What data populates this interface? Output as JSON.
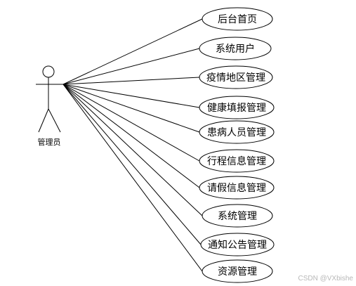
{
  "actor": {
    "label": "管理员"
  },
  "use_cases": [
    "后台首页",
    "系统用户",
    "疫情地区管理",
    "健康填报管理",
    "患病人员管理",
    "行程信息管理",
    "请假信息管理",
    "系统管理",
    "通知公告管理",
    "资源管理"
  ],
  "watermark": "CSDN @VXbishe"
}
